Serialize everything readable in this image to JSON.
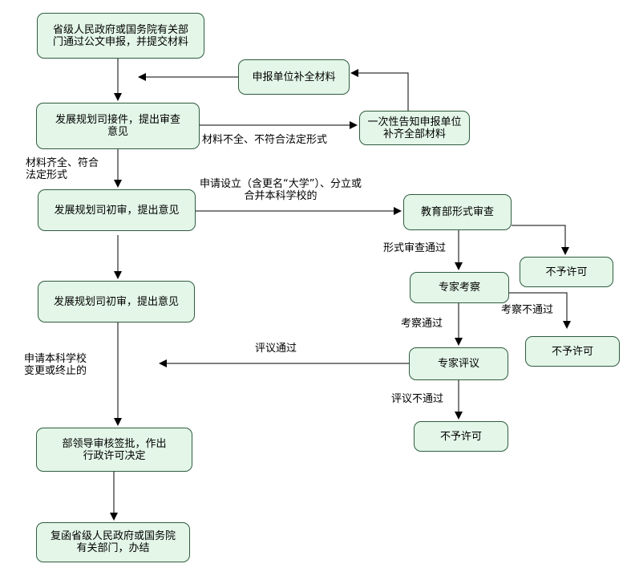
{
  "nodes": {
    "provincial_submit": "省级人民政府或国务院有关部\n门通过公文申报，并提交材料",
    "supplement": "申报单位补全材料",
    "planning_receive": "发展规划司接件，提出审查\n意见",
    "notify_once": "一次性告知申报单位\n补齐全部材料",
    "planning_initial_1": "发展规划司初审，提出意见",
    "moe_formal_review": "教育部形式审查",
    "planning_initial_2": "发展规划司初审，提出意见",
    "expert_inspection": "专家考察",
    "deny_1": "不予许可",
    "deny_2": "不予许可",
    "expert_review": "专家评议",
    "leader_approval": "部领导审核签批，作出\n行政许可决定",
    "deny_3": "不予许可",
    "reply_close": "复函省级人民政府或国务院\n有关部门，办结"
  },
  "labels": {
    "incomplete": "材料不全、不符合法定形式",
    "complete": "材料齐全、符合\n法定形式",
    "apply_establish": "申请设立（含更名“大学”）、分立或\n合并本科学校的",
    "formal_pass": "形式审查通过",
    "inspection_fail": "考察不通过",
    "inspection_pass": "考察通过",
    "review_pass": "评议通过",
    "apply_change": "申请本科学校\n变更或终止的",
    "review_fail": "评议不通过"
  }
}
